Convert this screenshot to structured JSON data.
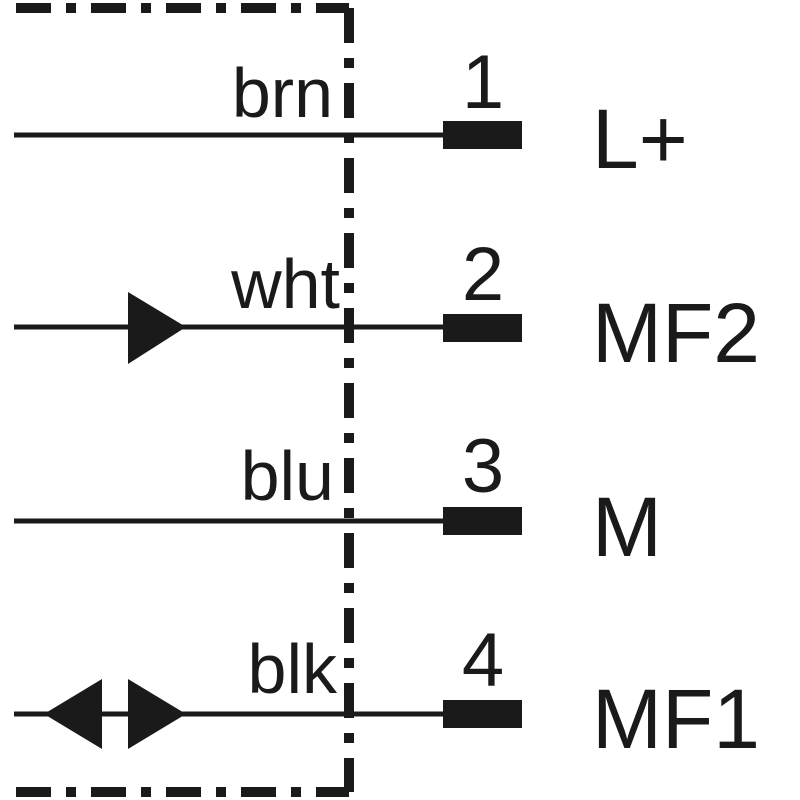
{
  "diagram": {
    "line_color": "#1a1a1a",
    "pins": [
      {
        "wire_color": "brn",
        "number": "1",
        "signal": "L+",
        "symbol": "none"
      },
      {
        "wire_color": "wht",
        "number": "2",
        "signal": "MF2",
        "symbol": "input-arrow"
      },
      {
        "wire_color": "blu",
        "number": "3",
        "signal": "M",
        "symbol": "none"
      },
      {
        "wire_color": "blk",
        "number": "4",
        "signal": "MF1",
        "symbol": "bidirectional-arrow"
      }
    ]
  }
}
